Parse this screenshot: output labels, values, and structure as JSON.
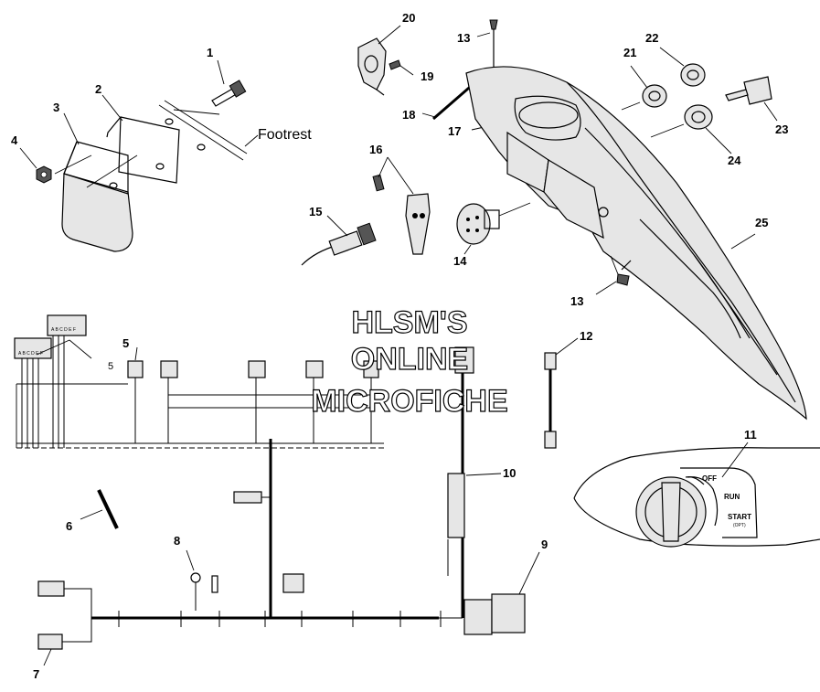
{
  "callouts": [
    {
      "id": "c1",
      "text": "1"
    },
    {
      "id": "c2",
      "text": "2"
    },
    {
      "id": "c3",
      "text": "3"
    },
    {
      "id": "c4",
      "text": "4"
    },
    {
      "id": "c5",
      "text": "5"
    },
    {
      "id": "c5b",
      "text": "5"
    },
    {
      "id": "c6",
      "text": "6"
    },
    {
      "id": "c7",
      "text": "7"
    },
    {
      "id": "c8",
      "text": "8"
    },
    {
      "id": "c9",
      "text": "9"
    },
    {
      "id": "c10",
      "text": "10"
    },
    {
      "id": "c11",
      "text": "11"
    },
    {
      "id": "c12",
      "text": "12"
    },
    {
      "id": "c13a",
      "text": "13"
    },
    {
      "id": "c13b",
      "text": "13"
    },
    {
      "id": "c14",
      "text": "14"
    },
    {
      "id": "c15",
      "text": "15"
    },
    {
      "id": "c16",
      "text": "16"
    },
    {
      "id": "c17",
      "text": "17"
    },
    {
      "id": "c18",
      "text": "18"
    },
    {
      "id": "c19",
      "text": "19"
    },
    {
      "id": "c20",
      "text": "20"
    },
    {
      "id": "c21",
      "text": "21"
    },
    {
      "id": "c22",
      "text": "22"
    },
    {
      "id": "c23",
      "text": "23"
    },
    {
      "id": "c24",
      "text": "24"
    },
    {
      "id": "c25",
      "text": "25"
    }
  ],
  "labels": {
    "footrest": "Footrest",
    "switch_off": "OFF",
    "switch_run": "RUN",
    "switch_start": "START",
    "switch_opt": "(OPT)",
    "connector_pins_a": "A B C D E F",
    "connector_pins_b": "A B C D E F"
  },
  "watermark": {
    "line1": "HLSM'S",
    "line2": "ONLINE",
    "line3": "MICROFICHE"
  }
}
